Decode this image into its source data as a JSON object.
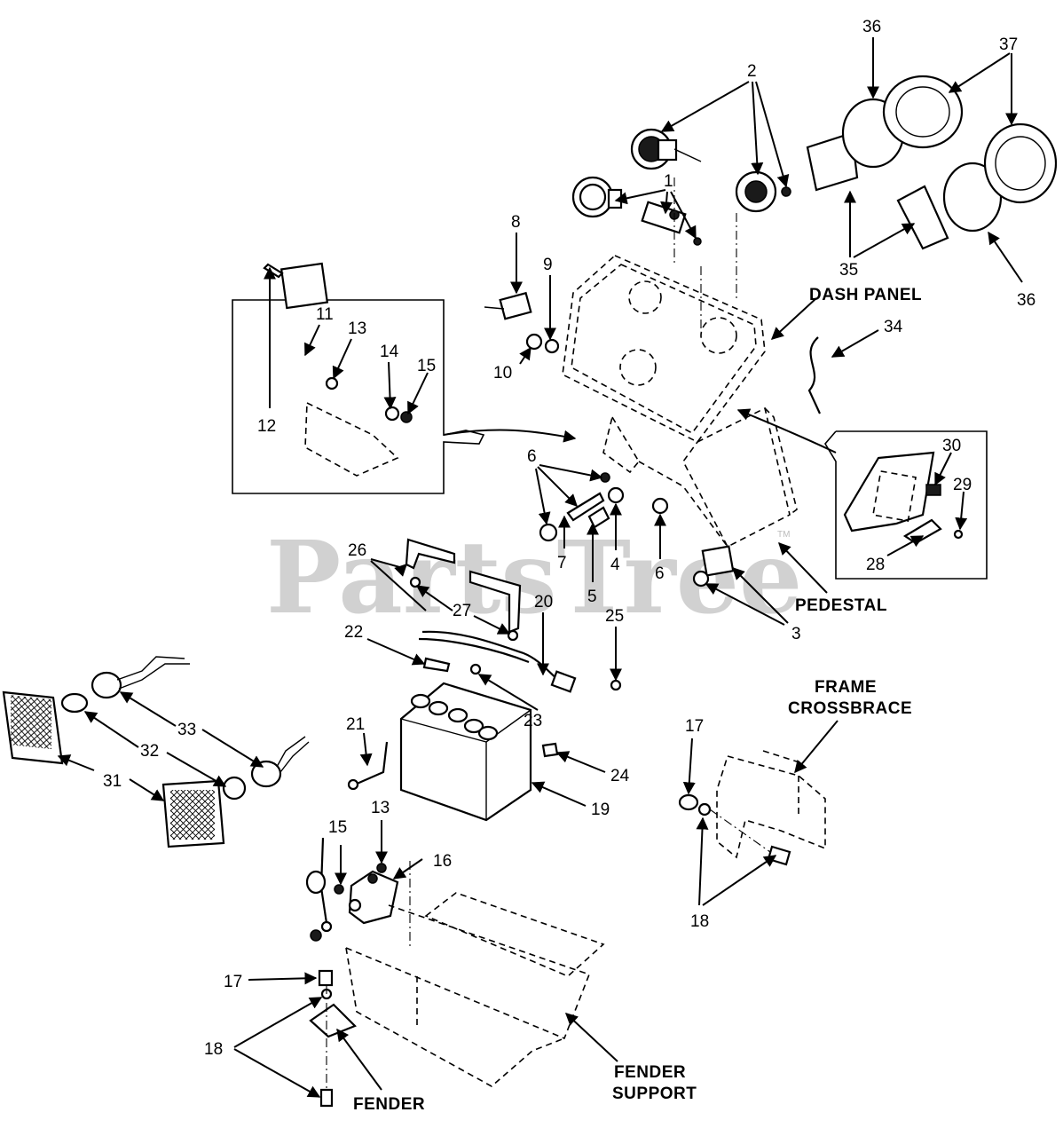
{
  "watermark": {
    "text": "PartsTree",
    "tm": "TM"
  },
  "names": {
    "dash_panel": "DASH PANEL",
    "pedestal": "PEDESTAL",
    "frame_crossbrace_1": "FRAME",
    "frame_crossbrace_2": "CROSSBRACE",
    "fender": "FENDER",
    "fender_support_1": "FENDER",
    "fender_support_2": "SUPPORT"
  },
  "callouts": {
    "n1": "1",
    "n2": "2",
    "n3": "3",
    "n4": "4",
    "n5": "5",
    "n6a": "6",
    "n6b": "6",
    "n7": "7",
    "n8": "8",
    "n9": "9",
    "n10": "10",
    "n11": "11",
    "n12": "12",
    "n13a": "13",
    "n13b": "13",
    "n14": "14",
    "n15a": "15",
    "n15b": "15",
    "n16": "16",
    "n17a": "17",
    "n17b": "17",
    "n18a": "18",
    "n18b": "18",
    "n19": "19",
    "n20": "20",
    "n21": "21",
    "n22": "22",
    "n23": "23",
    "n24": "24",
    "n25": "25",
    "n26": "26",
    "n27": "27",
    "n28": "28",
    "n29": "29",
    "n30": "30",
    "n31": "31",
    "n32": "32",
    "n33": "33",
    "n34": "34",
    "n35": "35",
    "n36a": "36",
    "n36b": "36",
    "n37": "37"
  }
}
